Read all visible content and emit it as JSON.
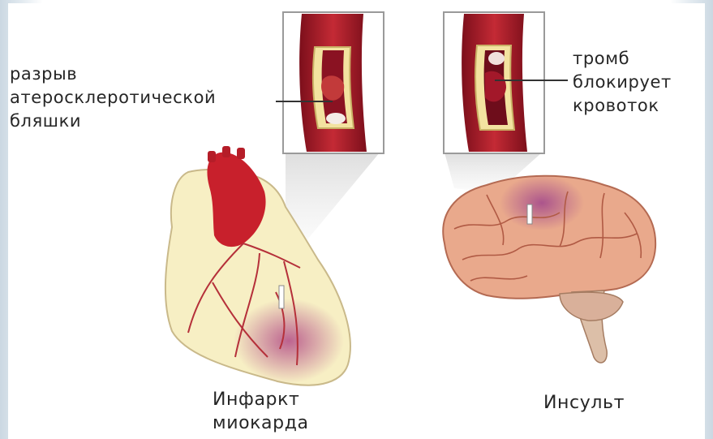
{
  "labels": {
    "plaque_rupture": [
      "разрыв",
      "атеросклеротической",
      "бляшки"
    ],
    "thrombus": [
      "тромб",
      "блокирует",
      "кровоток"
    ],
    "infarct": [
      "Инфаркт",
      "миокарда"
    ],
    "stroke": [
      "Инсульт"
    ]
  },
  "colors": {
    "artery_red": "#b3202c",
    "blood_dark": "#8a1222",
    "plaque_yellow": "#f3e3a0",
    "heart_tissue": "#f7efc4",
    "brain_pink": "#e9a98c",
    "ischemia_purple": "#a8508f",
    "leader_line": "#333333"
  },
  "icons": [
    "artery-cross-section-ruptured-plaque",
    "artery-cross-section-thrombus",
    "heart-illustration",
    "brain-illustration"
  ]
}
